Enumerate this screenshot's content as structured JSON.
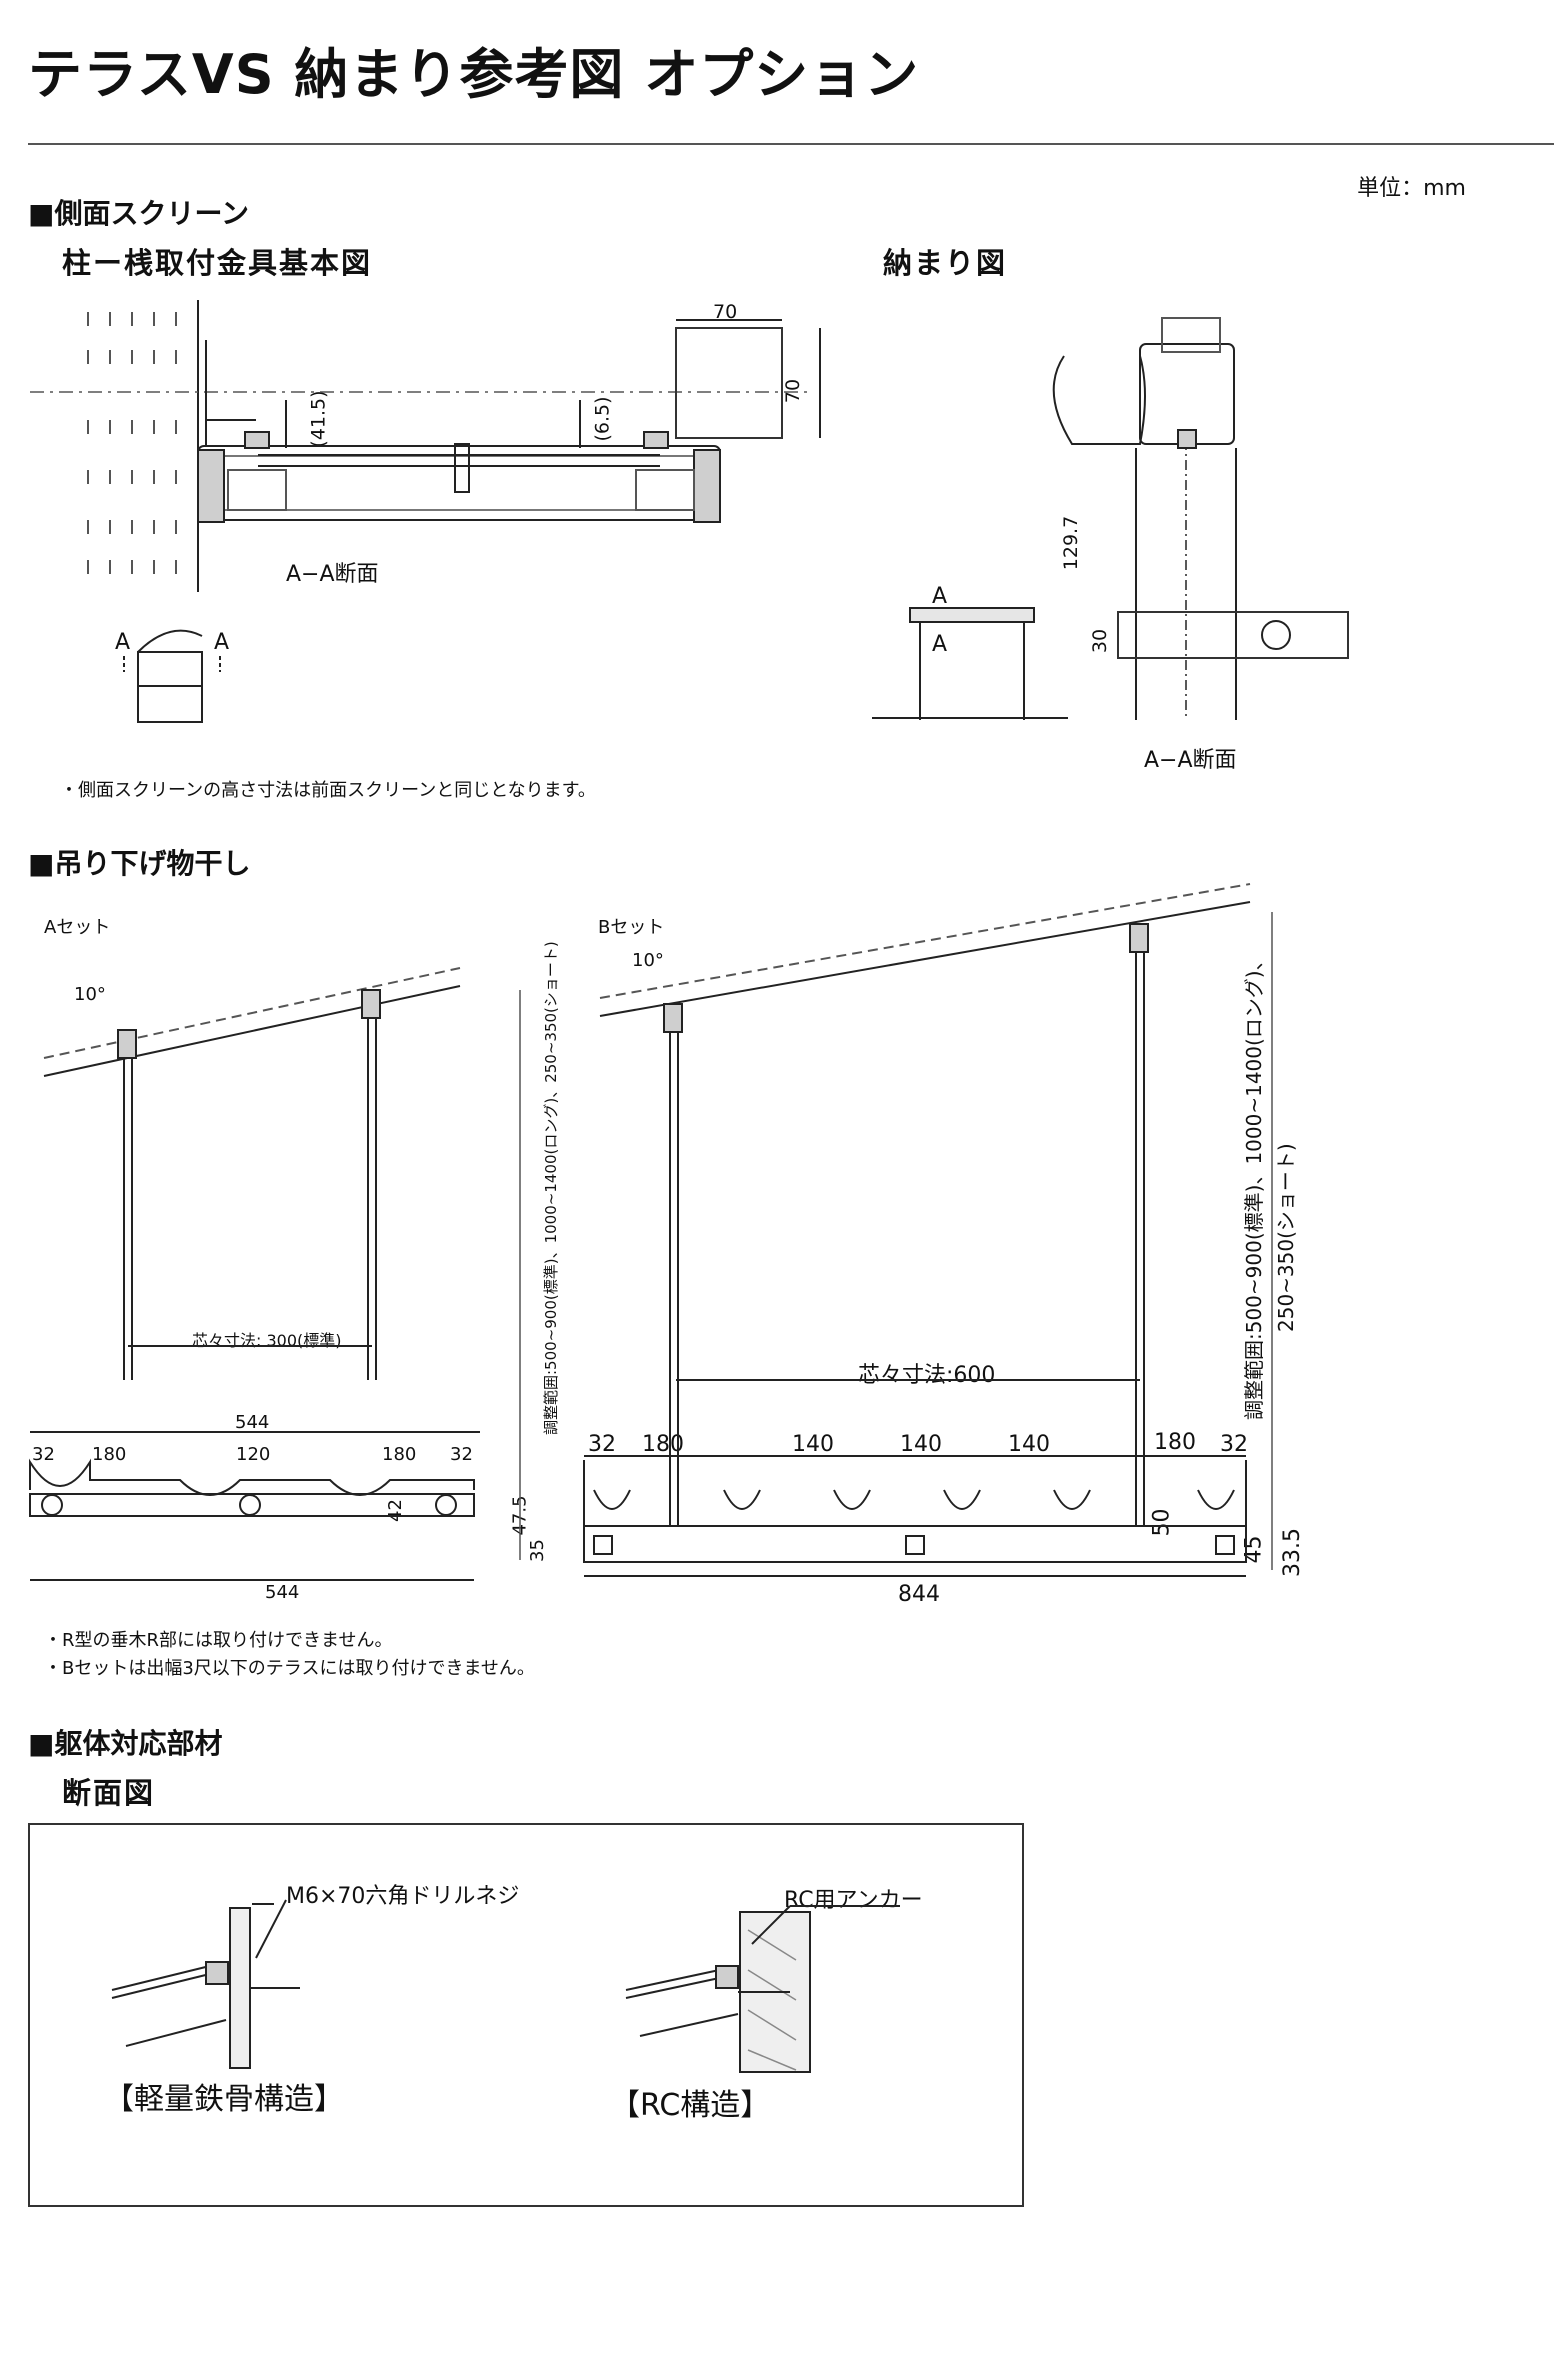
{
  "page": {
    "title": "テラスVS 納まり参考図 オプション",
    "unit_label": "単位：mm"
  },
  "side_screen": {
    "heading": "■側面スクリーン",
    "left_title": "柱ー桟取付金具基本図",
    "right_title": "納まり図",
    "dims": {
      "w70": "70",
      "h70": "70",
      "d41_5": "(41.5)",
      "d6_5": "(6.5)",
      "d129_7": "129.7",
      "d30": "30"
    },
    "section_label": "A−A断面",
    "section_label_right": "A−A断面",
    "marker_a": "A",
    "note": "・側面スクリーンの高さ寸法は前面スクリーンと同じとなります。"
  },
  "hanging": {
    "heading": "■吊り下げ物干し",
    "set_a": {
      "label": "Aセット",
      "angle": "10°",
      "pitch": "芯々寸法: 300(標準)",
      "range": "調整範囲:500~900(標準)、1000~1400(ロング)、250~350(ショート)",
      "top_width": "544",
      "bottom_width": "544",
      "segments": [
        "32",
        "180",
        "120",
        "180",
        "32"
      ],
      "d42": "42",
      "d47_5": "47.5",
      "d35": "35"
    },
    "set_b": {
      "label": "Bセット",
      "angle": "10°",
      "pitch": "芯々寸法:600",
      "range_1": "調整範囲:500~900(標準)、1000~1400(ロング)、",
      "range_2": "250~350(ショート)",
      "width": "844",
      "segments": [
        "32",
        "180",
        "140",
        "140",
        "140",
        "180",
        "32"
      ],
      "d50": "50",
      "d45": "45",
      "d33_5": "33.5"
    },
    "notes": [
      "・R型の垂木R部には取り付けできません。",
      "・Bセットは出幅3尺以下のテラスには取り付けできません。"
    ]
  },
  "structure": {
    "heading": "■躯体対応部材",
    "sub": "断面図",
    "left_callout": "M6×70六角ドリルネジ",
    "left_caption": "【軽量鉄骨構造】",
    "right_callout": "RC用アンカー",
    "right_caption": "【RC構造】"
  },
  "colors": {
    "line": "#222222",
    "fill_gray": "#cfcfcf",
    "dash": "#555555"
  }
}
